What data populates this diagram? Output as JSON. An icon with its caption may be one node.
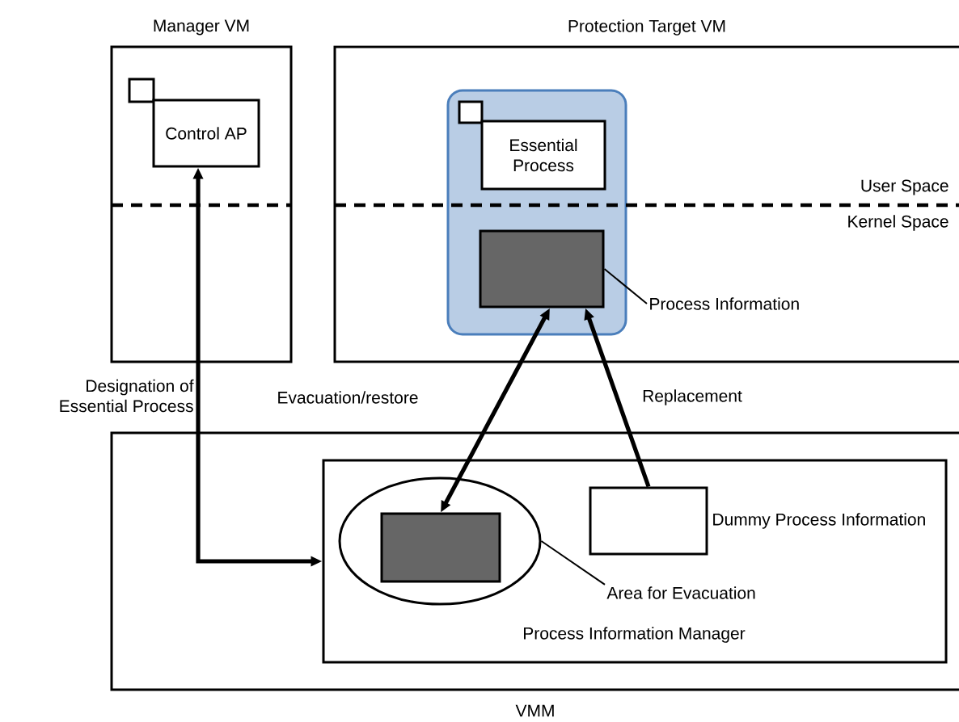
{
  "diagram": {
    "nodes": [
      {
        "text": [
          "Manager VM"
        ]
      },
      {
        "text": [],
        "shape": "box",
        "in": 0
      },
      {
        "text": [
          "Control AP"
        ],
        "in": 0
      },
      {
        "text": [
          "Protection Target VM"
        ]
      },
      {
        "text": [],
        "shape": "box",
        "in": 3
      },
      {
        "text": [],
        "shape": "box",
        "in": 4
      },
      {
        "text": [
          "Essential Process"
        ],
        "in": 4
      },
      {
        "text": [],
        "shape": "box",
        "in": 4
      },
      {
        "text": [
          "Process Information"
        ],
        "in": 3
      },
      {
        "text": [
          "VMM"
        ]
      },
      {
        "text": [
          "Process Information Manager"
        ],
        "in": 9
      },
      {
        "text": [],
        "shape": "ellipse",
        "in": 10
      },
      {
        "text": [],
        "shape": "box",
        "in": 11
      },
      {
        "text": [
          "Area for Evacuation"
        ],
        "in": 10
      },
      {
        "text": [],
        "shape": "box",
        "in": 10,
        "beside": [
          "Dummy Process Information"
        ]
      }
    ],
    "edges": [
      {
        "from": 2,
        "to": 10,
        "arrow": "both",
        "label": "Designation of Essential Process"
      },
      {
        "from": 7,
        "to": 12,
        "arrow": "both",
        "label": "Evacuation/restore"
      },
      {
        "from": 14,
        "to": 7,
        "arrow": "to",
        "label": "Replacement"
      },
      {
        "from": 8,
        "to": 7,
        "arrow": "none"
      },
      {
        "from": 13,
        "to": 11,
        "arrow": "none"
      }
    ],
    "labels": [
      "User Space",
      "Kernel Space"
    ]
  }
}
